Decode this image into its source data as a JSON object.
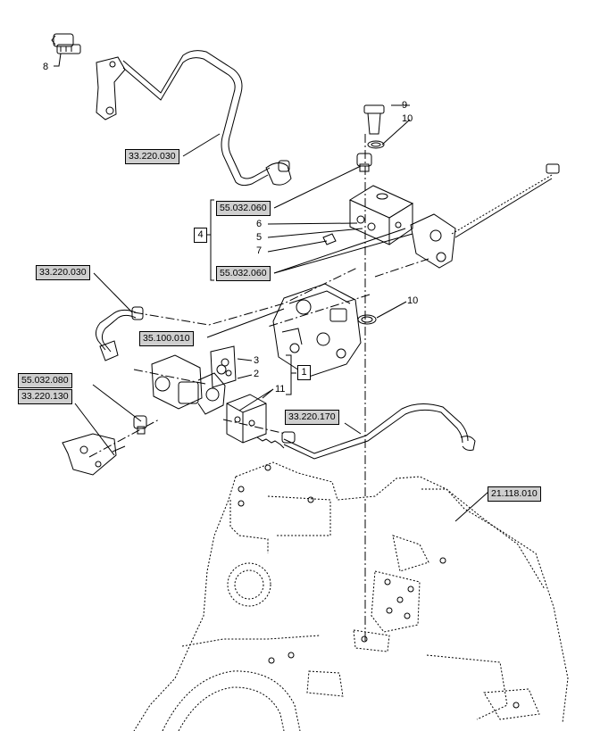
{
  "references": {
    "hyd_line_top": "33.220.030",
    "valve_upper": "55.032.060",
    "valve_lower": "55.032.060",
    "hyd_line_left": "33.220.030",
    "pump": "35.100.010",
    "valve_left": "55.032.080",
    "hyd_line_lower": "33.220.130",
    "hyd_line_right": "33.220.170",
    "housing": "21.118.010"
  },
  "item_numbers": {
    "n8": "8",
    "n9": "9",
    "n10a": "10",
    "n6": "6",
    "n5": "5",
    "n7": "7",
    "n10b": "10",
    "n3": "3",
    "n2": "2",
    "n11": "11"
  },
  "group_boxes": {
    "g4": "4",
    "g1": "1"
  }
}
